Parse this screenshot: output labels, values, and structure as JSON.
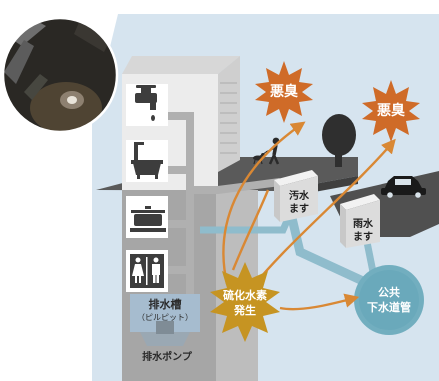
{
  "labels": {
    "odor_1": "悪臭",
    "odor_2": "悪臭",
    "sewage_basin_line1": "汚水",
    "sewage_basin_line2": "ます",
    "rain_basin_line1": "雨水",
    "rain_basin_line2": "ます",
    "h2s_line1": "硫化水素",
    "h2s_line2": "発生",
    "public_sewer_line1": "公共",
    "public_sewer_line2": "下水道管",
    "tank_line1": "排水槽",
    "tank_line2": "（ピルピット）",
    "pump": "排水ポンプ"
  },
  "icons": [
    "faucet-icon",
    "bathtub-icon",
    "cooking-pot-icon",
    "restroom-icon",
    "person-walking-dog-icon",
    "tree-icon",
    "car-icon",
    "manhole-photo-icon"
  ],
  "colors": {
    "backdrop": "#d6e4ef",
    "building": "#a9a9a9",
    "building_light": "#f4f4f4",
    "ground": "#505050",
    "pipe": "#b0b0b0",
    "sewer_pipe": "#8fbccc",
    "public_sewer": "#72aebf",
    "odor_burst": "#cf6b28",
    "h2s_burst": "#c69422",
    "arrow": "#d98834"
  }
}
